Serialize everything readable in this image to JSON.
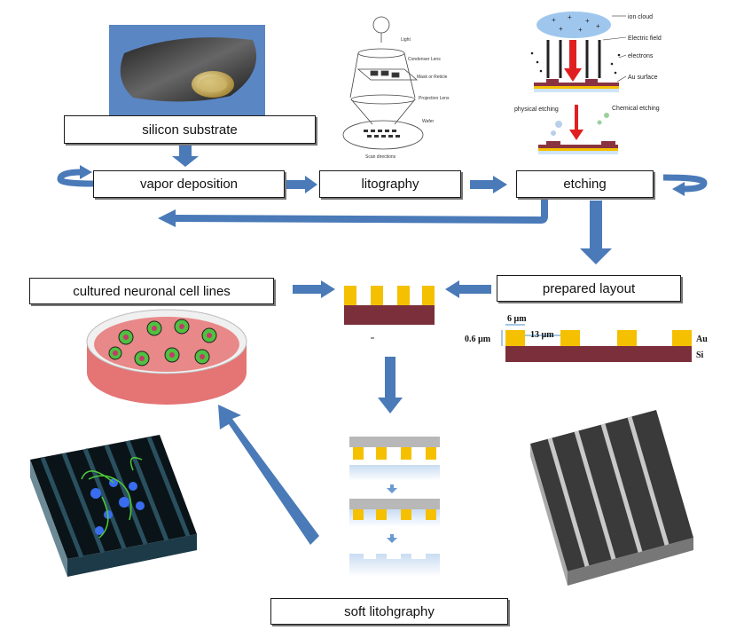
{
  "steps": {
    "silicon": "silicon substrate",
    "vapor": "vapor deposition",
    "lito": "litography",
    "etching": "etching",
    "prepared": "prepared layout",
    "cultured": "cultured neuronal cell lines",
    "soft": "soft litohgraphy"
  },
  "lithography_sketch": {
    "labels": [
      "Light",
      "Condenser Lens",
      "Mask or Reticle",
      "Projection Lens",
      "Wafer",
      "Scan directions"
    ]
  },
  "etching_sketch": {
    "labels": [
      "ion cloud",
      "Electric field",
      "electrons",
      "Au surface",
      "physical etching",
      "Chemical etching"
    ]
  },
  "layout_sketch": {
    "dim_6": "6 µm",
    "dim_13": "13 µm",
    "dim_06": "0.6 µm",
    "mat_au": "Au",
    "mat_si": "Si"
  },
  "colors": {
    "arrow": "#4a7ab8",
    "gold": "#f5c000",
    "substrate": "#7a2f3a",
    "dish": "#e88080",
    "cell_green": "#50c040"
  }
}
